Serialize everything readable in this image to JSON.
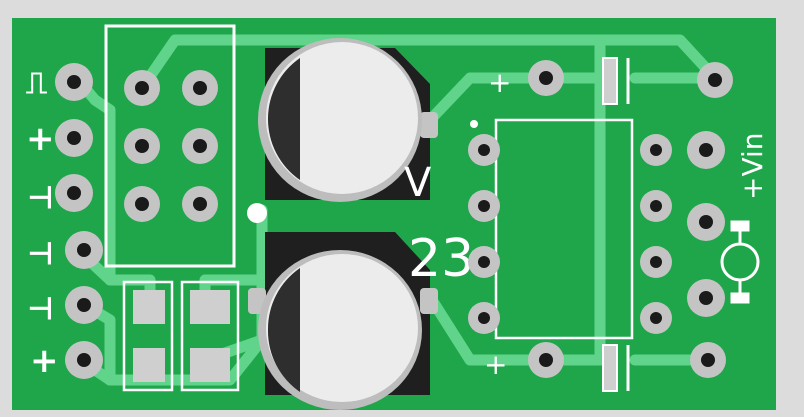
{
  "colors": {
    "background": "#dcdcdc",
    "board": "#1fa64a",
    "trace": "#5fd48a",
    "silkscreen": "#ffffff",
    "pad": "#c4c4c4",
    "drill": "#1a1a1a",
    "cap_body": "#ececec",
    "cap_stripe": "#2e2e2e",
    "smd_pad": "#cfcfcf"
  },
  "labels": {
    "pulse_symbol": "⎍",
    "plus_top": "+",
    "plus_bottom": "+",
    "vin": "+Vin",
    "cap_top_plus": "+",
    "cap_bottom_plus": "+",
    "partial_number": "23",
    "partial_letter": "V"
  },
  "left_header_symbols": [
    "⎍",
    "+",
    "⊥",
    "⊥",
    "⊥",
    "+"
  ],
  "icons": {
    "motor": "motor-icon",
    "pin1_dot": "pin1-dot-icon"
  }
}
